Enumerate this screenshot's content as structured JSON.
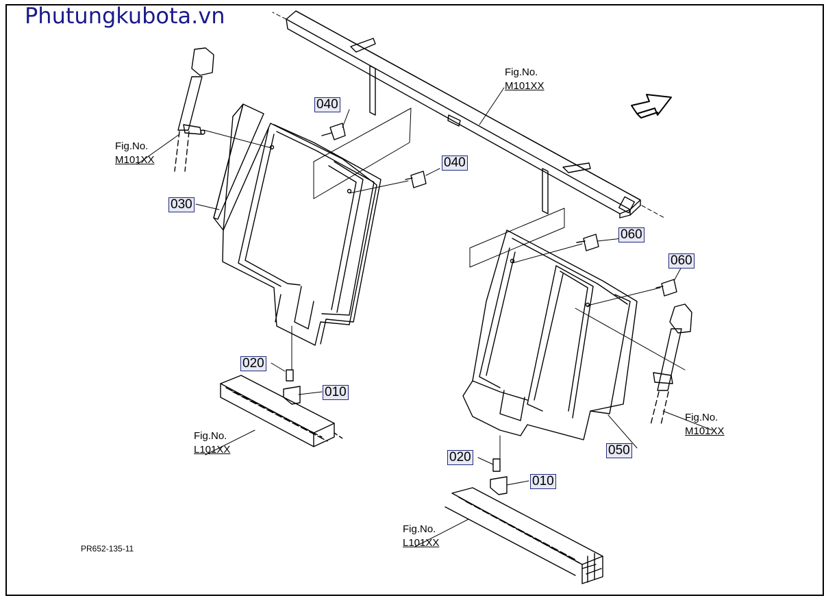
{
  "watermark": "Phutungkubota.vn",
  "drawing_number": "PR652-135-11",
  "figure_refs": [
    {
      "line1": "Fig.No.",
      "line2": "M101XX"
    },
    {
      "line1": "Fig.No.",
      "line2": "M101XX"
    },
    {
      "line1": "Fig.No.",
      "line2": "M101XX"
    },
    {
      "line1": "Fig.No.",
      "line2": "L101XX"
    },
    {
      "line1": "Fig.No.",
      "line2": "L101XX"
    }
  ],
  "part_tags": [
    "040",
    "040",
    "030",
    "060",
    "060",
    "020",
    "010",
    "050",
    "020",
    "010"
  ],
  "icons": [
    "direction-arrow-icon"
  ]
}
